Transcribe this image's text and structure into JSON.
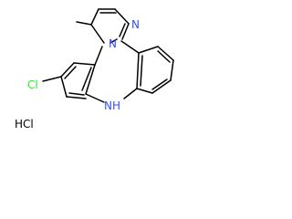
{
  "structure": {
    "atoms": {
      "n_imine": "N",
      "n_bridge": "N",
      "nh": "NH",
      "cl": "Cl",
      "hcl": "HCl"
    },
    "colors": {
      "bond": "#000000",
      "nitrogen": "#3050f8",
      "chlorine": "#1ff01f",
      "salt": "#000000"
    }
  }
}
